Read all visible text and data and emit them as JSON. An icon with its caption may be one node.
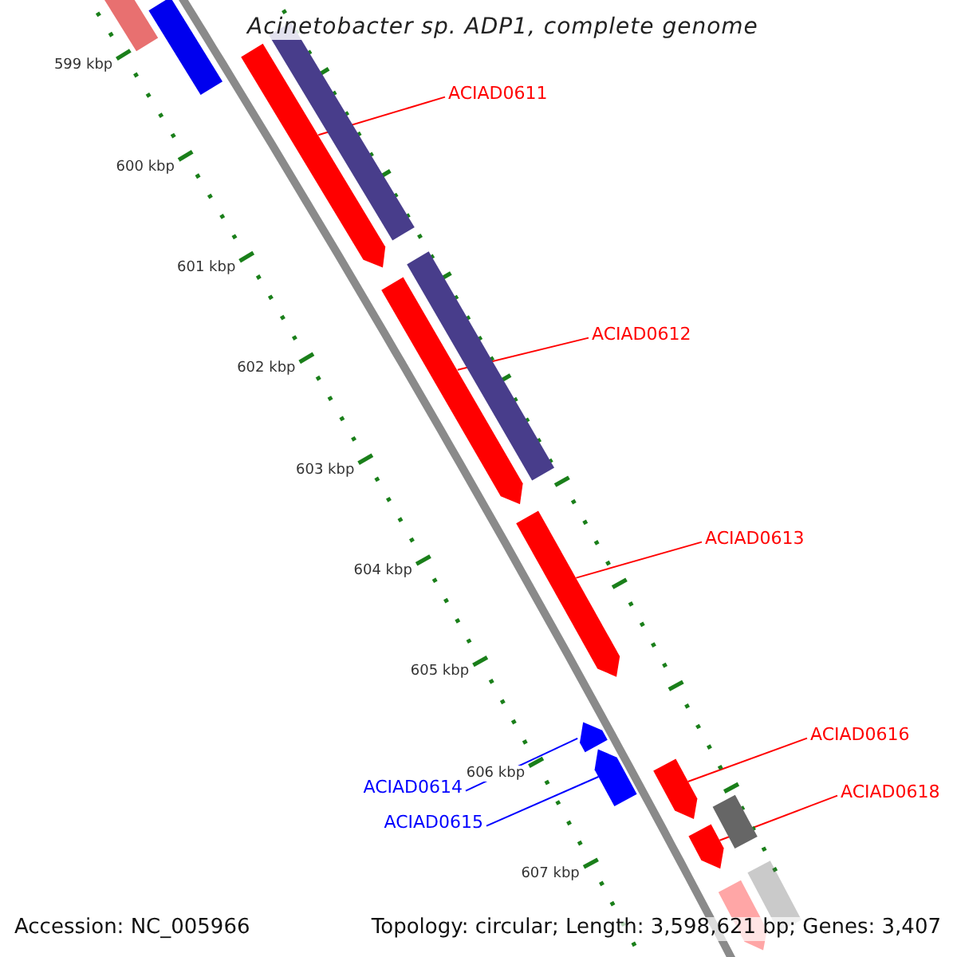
{
  "diagram": {
    "title": "Acinetobacter sp. ADP1, complete genome",
    "nodes": [
      {
        "text": [
          "ACIAD0611"
        ]
      },
      {
        "text": [],
        "shape": "bar"
      },
      {
        "text": [
          "ACIAD0612"
        ]
      },
      {
        "text": [],
        "shape": "bar"
      },
      {
        "text": [
          "ACIAD0613"
        ]
      },
      {
        "text": [],
        "shape": "bar"
      },
      {
        "text": [
          "ACIAD0614"
        ]
      },
      {
        "text": [],
        "shape": "bar"
      },
      {
        "text": [
          "ACIAD0615"
        ]
      },
      {
        "text": [],
        "shape": "bar"
      },
      {
        "text": [
          "ACIAD0616"
        ]
      },
      {
        "text": [],
        "shape": "bar"
      },
      {
        "text": [
          "ACIAD0618"
        ]
      },
      {
        "text": [],
        "shape": "bar"
      },
      {
        "text": [],
        "shape": "bar"
      },
      {
        "text": [],
        "shape": "bar"
      },
      {
        "text": [],
        "shape": "bar"
      },
      {
        "text": [],
        "shape": "bar"
      },
      {
        "text": [],
        "shape": "bar"
      },
      {
        "text": [],
        "shape": "bar"
      },
      {
        "text": [],
        "shape": "bar"
      }
    ],
    "edges": [
      {
        "from": 0,
        "to": 1,
        "arrow": "none"
      },
      {
        "from": 2,
        "to": 3,
        "arrow": "none"
      },
      {
        "from": 4,
        "to": 5,
        "arrow": "none"
      },
      {
        "from": 6,
        "to": 7,
        "arrow": "none",
        "color": "#0000ff"
      },
      {
        "from": 8,
        "to": 9,
        "arrow": "none",
        "color": "#0000ff"
      },
      {
        "from": 10,
        "to": 11,
        "arrow": "none"
      },
      {
        "from": 12,
        "to": 13,
        "arrow": "none"
      }
    ],
    "labels": [
      "599 kbp",
      "600 kbp",
      "601 kbp",
      "602 kbp",
      "603 kbp",
      "604 kbp",
      "605 kbp",
      "606 kbp",
      "607 kbp",
      "Accession: NC_005966",
      "Topology: circular; Length: 3,598,621 bp; Genes: 3,407"
    ]
  }
}
